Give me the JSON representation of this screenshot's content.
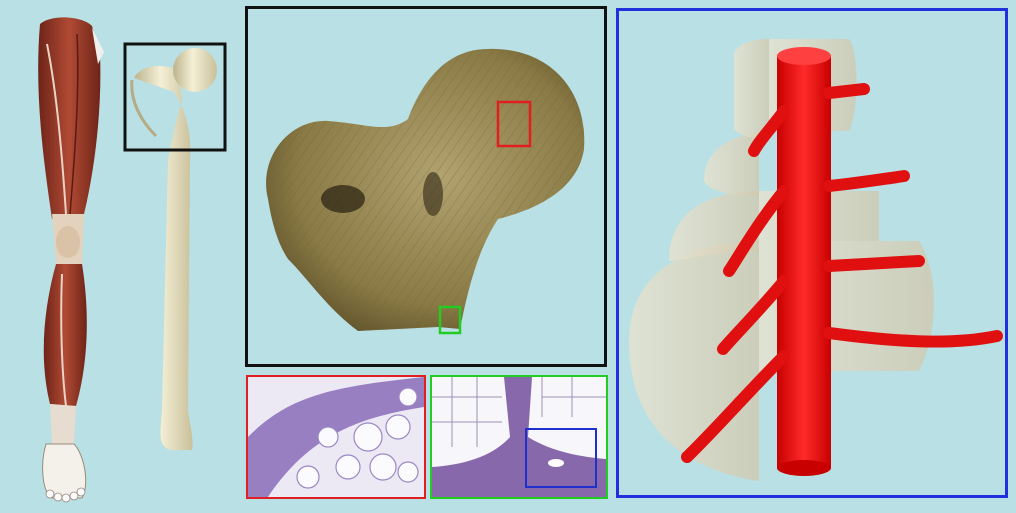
{
  "figure": {
    "background": "#b9e0e4",
    "panels": [
      {
        "id": "leg-muscles",
        "content": "leg-muscle-anatomy-illustration"
      },
      {
        "id": "femur",
        "content": "femur-bone-illustration",
        "frame_color": "#111111"
      },
      {
        "id": "femoral-head-section",
        "content": "trabecular-bone-section",
        "frame_color": "#111111",
        "callouts": [
          {
            "color": "#e02020"
          },
          {
            "color": "#22cc22"
          }
        ]
      },
      {
        "id": "micrograph-red",
        "content": "histology-marrow-adipocytes",
        "frame_color": "#e02020"
      },
      {
        "id": "micrograph-green",
        "content": "histology-trabecula-adipocytes",
        "frame_color": "#22cc22",
        "callouts": [
          {
            "color": "#2030cc"
          }
        ]
      },
      {
        "id": "vessel-model",
        "content": "3d-blood-vessel-in-concentric-cylinders",
        "frame_color": "#2030dd"
      }
    ],
    "colors": {
      "bone": "#ece6c8",
      "trabecular": "#8a7a45",
      "muscle": "#9a3a28",
      "vessel": "#ee1111",
      "stain": "#8a6cb8"
    }
  }
}
